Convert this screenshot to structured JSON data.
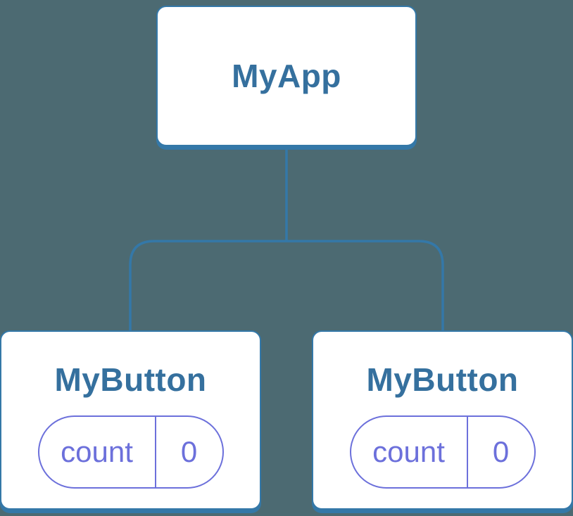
{
  "colors": {
    "background": "#4C6A72",
    "card_bg": "#FFFFFF",
    "tree_stroke": "#3478A8",
    "title_text": "#35709E",
    "pill_stroke": "#6C70DB",
    "pill_text": "#6C70DB"
  },
  "tree": {
    "root": {
      "label": "MyApp"
    },
    "children": [
      {
        "label": "MyButton",
        "state": {
          "key": "count",
          "value": "0"
        }
      },
      {
        "label": "MyButton",
        "state": {
          "key": "count",
          "value": "0"
        }
      }
    ]
  }
}
